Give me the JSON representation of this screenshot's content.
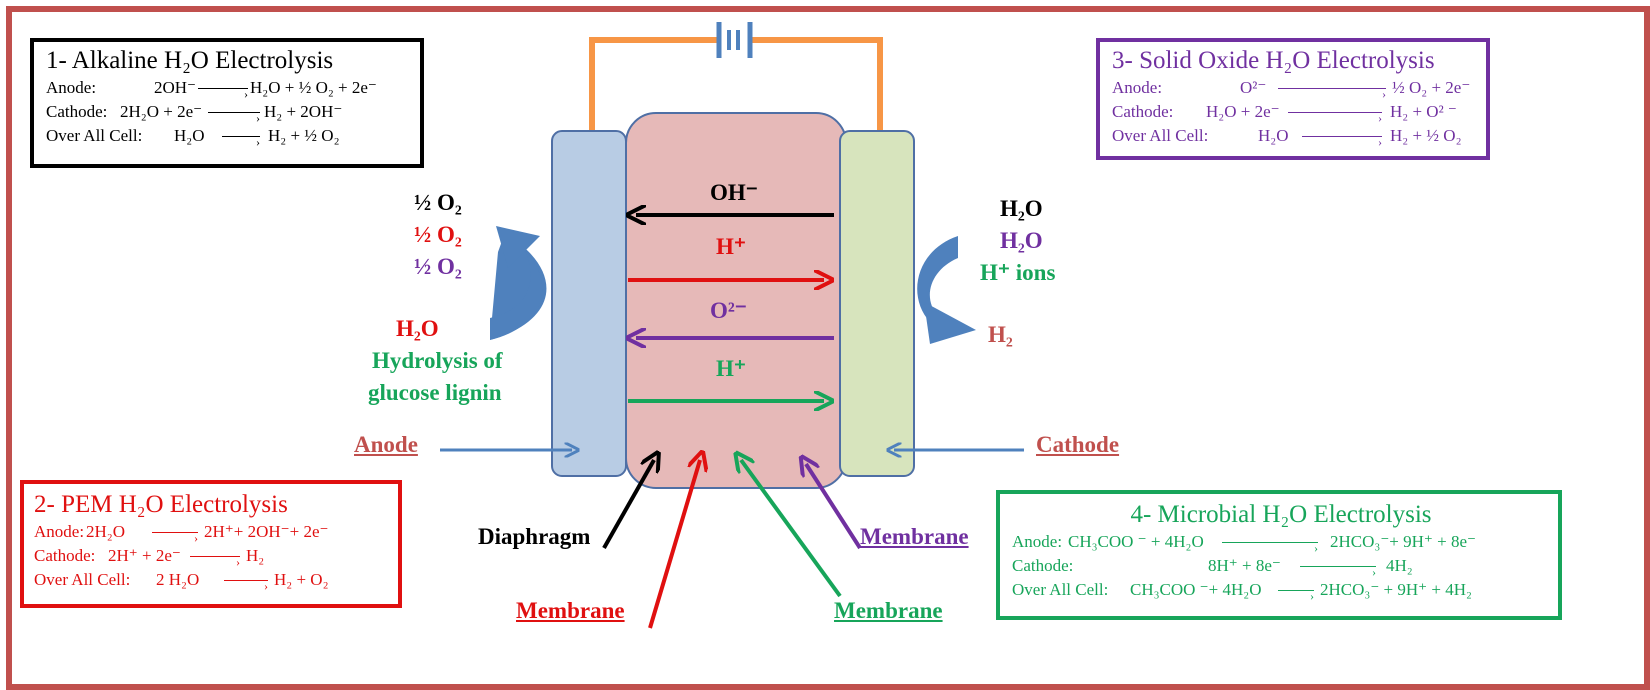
{
  "boxes": {
    "alkaline": {
      "title": "1- Alkaline H₂O Electrolysis",
      "anode_label": "Anode:",
      "anode_lhs": "2OH⁻",
      "anode_rhs": "H₂O + ½ O₂ + 2e⁻",
      "cathode_label": "Cathode:",
      "cathode_lhs": "2H₂O + 2e⁻",
      "cathode_rhs": "H₂ + 2OH⁻",
      "overall_label": "Over All Cell:",
      "overall_lhs": "H₂O",
      "overall_rhs": "H₂ + ½ O₂"
    },
    "pem": {
      "title": "2- PEM H₂O Electrolysis",
      "anode_label": "Anode:",
      "anode_lhs": "2H₂O",
      "anode_rhs": "2H⁺+ 2OH⁻+ 2e⁻",
      "cathode_label": "Cathode:",
      "cathode_lhs": "2H⁺ + 2e⁻",
      "cathode_rhs": "H₂",
      "overall_label": "Over All Cell:",
      "overall_lhs": "2 H₂O",
      "overall_rhs": "H₂ + O₂"
    },
    "solid_oxide": {
      "title": "3- Solid Oxide H₂O Electrolysis",
      "anode_label": "Anode:",
      "anode_lhs": "O²⁻",
      "anode_rhs": "½ O₂ + 2e⁻",
      "cathode_label": "Cathode:",
      "cathode_lhs": "H₂O + 2e⁻",
      "cathode_rhs": "H₂ + O² ⁻",
      "overall_label": "Over All Cell:",
      "overall_lhs": "H₂O",
      "overall_rhs": "H₂ + ½ O₂"
    },
    "microbial": {
      "title": "4- Microbial H₂O Electrolysis",
      "anode_label": "Anode:",
      "anode_lhs": "CH₃COO ⁻ + 4H₂O",
      "anode_rhs": "2HCO₃⁻+ 9H⁺ + 8e⁻",
      "cathode_label": "Cathode:",
      "cathode_lhs": "8H⁺ + 8e⁻",
      "cathode_rhs": "4H₂",
      "overall_label": "Over All Cell:",
      "overall_lhs": "CH₃COO ⁻+ 4H₂O",
      "overall_rhs": "2HCO₃⁻ + 9H⁺ + 4H₂"
    }
  },
  "ions": {
    "oh": "OH⁻",
    "h_red": "H⁺",
    "o2_ion": "O²⁻",
    "h_green": "H⁺"
  },
  "anode_side": {
    "o2_black": "½ O₂",
    "o2_red": "½ O₂",
    "o2_purple": "½ O₂",
    "h2o_red": "H₂O",
    "hydrolysis_line1": "Hydrolysis of",
    "hydrolysis_line2": "glucose lignin"
  },
  "cathode_side": {
    "h2o_black": "H₂O",
    "h2o_purple": "H₂O",
    "h_ions": "H⁺ ions",
    "h2": "H₂"
  },
  "electrode_labels": {
    "anode": "Anode",
    "cathode": "Cathode"
  },
  "separators": {
    "diaphragm": "Diaphragm",
    "membrane_purple": "Membrane",
    "membrane_red": "Membrane",
    "membrane_green": "Membrane"
  },
  "colors": {
    "frame": "#c0504d",
    "black": "#000000",
    "red": "#e01010",
    "purple": "#7030a0",
    "green": "#17a55a",
    "blue_arrow": "#4f81bd",
    "wire": "#f79646",
    "anode_fill": "#b8cce4",
    "cathode_fill": "#d7e4bd",
    "electrolyte_fill": "#e6b9b8",
    "electrode_label": "#c0504d",
    "h2_label": "#c0504d"
  }
}
